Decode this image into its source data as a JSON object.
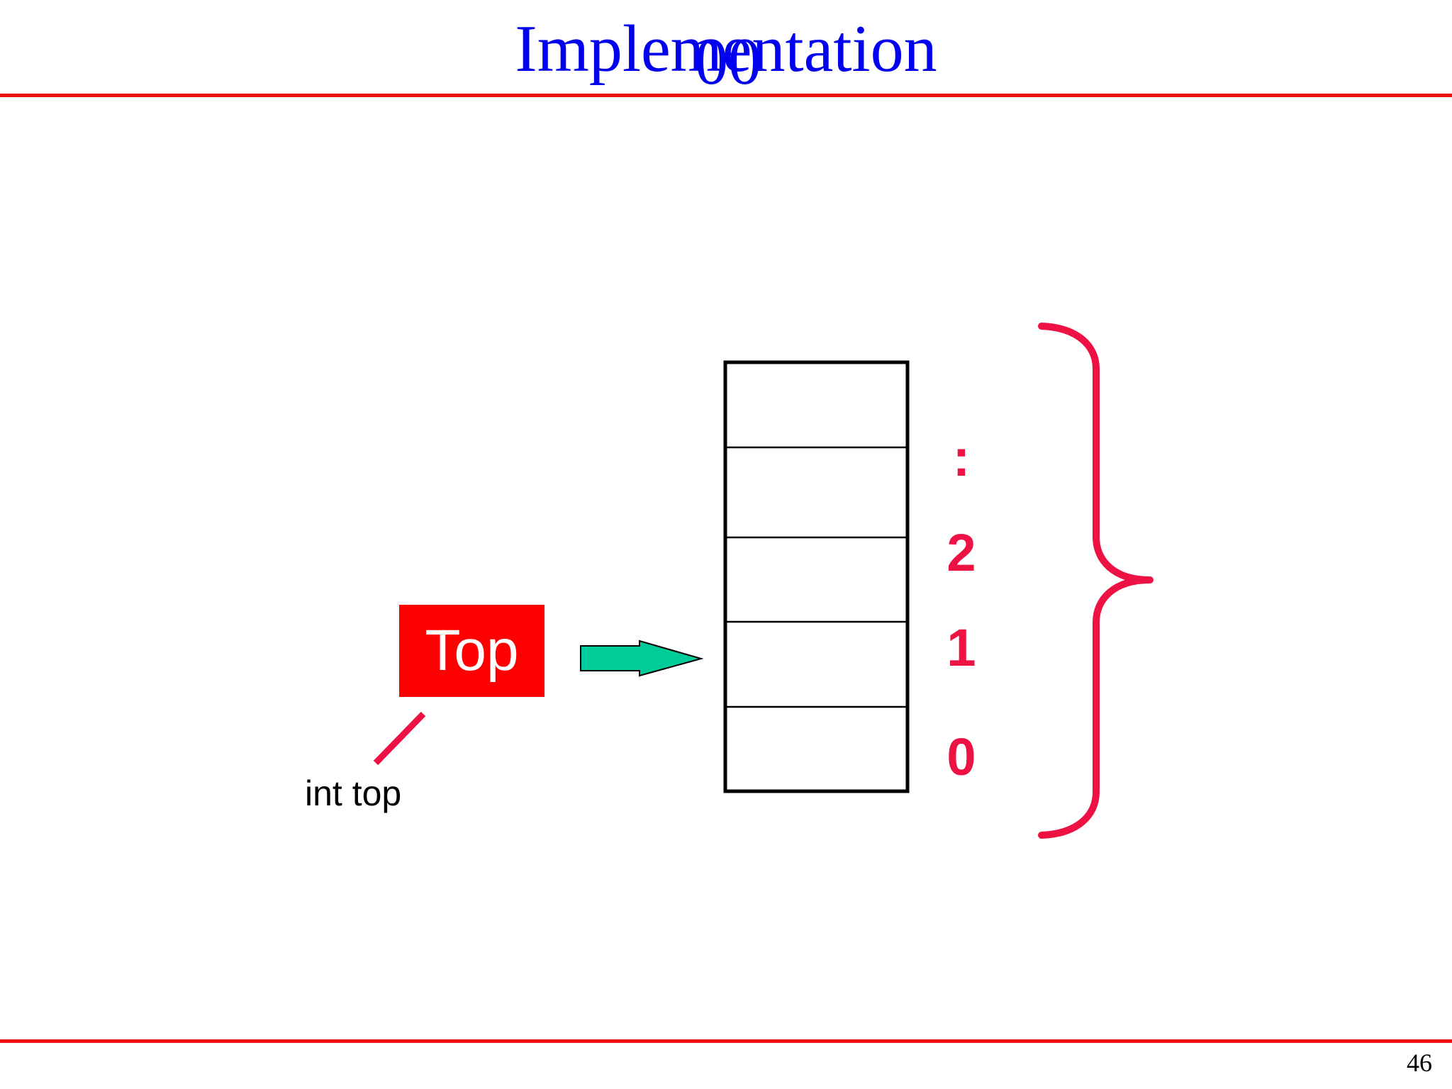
{
  "slide": {
    "title": "Implementation",
    "title_overlay": "00",
    "page_number": "46"
  },
  "pointer": {
    "label": "Top",
    "variable": "int top"
  },
  "stack": {
    "cell_count": 5,
    "indices": [
      ":",
      "2",
      "1",
      "0"
    ]
  },
  "colors": {
    "title": "#0000ee",
    "rule": "#ee1111",
    "pointer_box": "#ff0000",
    "arrow_fill": "#00cc99",
    "index_text": "#ee1144",
    "brace": "#ee1144"
  }
}
